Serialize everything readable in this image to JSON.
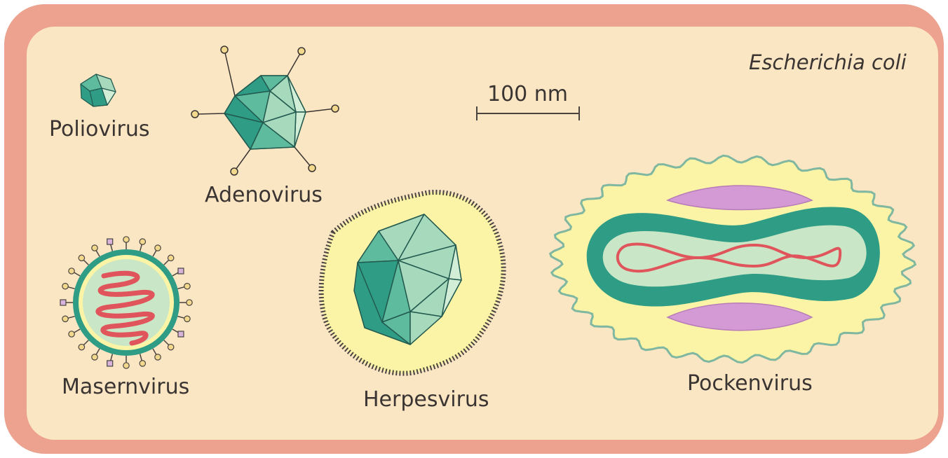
{
  "cell": {
    "title": "Escherichia coli",
    "wall_color": "#eda18f",
    "cytoplasm_color": "#fbe6c4"
  },
  "scale_bar": {
    "label": "100 nm"
  },
  "viruses": [
    {
      "id": "poliovirus",
      "label": "Poliovirus"
    },
    {
      "id": "adenovirus",
      "label": "Adenovirus"
    },
    {
      "id": "masernvirus",
      "label": "Masernvirus"
    },
    {
      "id": "herpesvirus",
      "label": "Herpesvirus"
    },
    {
      "id": "pockenvirus",
      "label": "Pockenvirus"
    }
  ],
  "colors": {
    "capsid_dark": "#2f9c85",
    "capsid_mid": "#5fbb9e",
    "capsid_light": "#a7d9bd",
    "capsid_pale": "#d3eed6",
    "envelope": "#fbf4a6",
    "nucleic_acid": "#e0555b",
    "lateral_body": "#d49ad6",
    "spike_knob": "#f2d88c"
  }
}
